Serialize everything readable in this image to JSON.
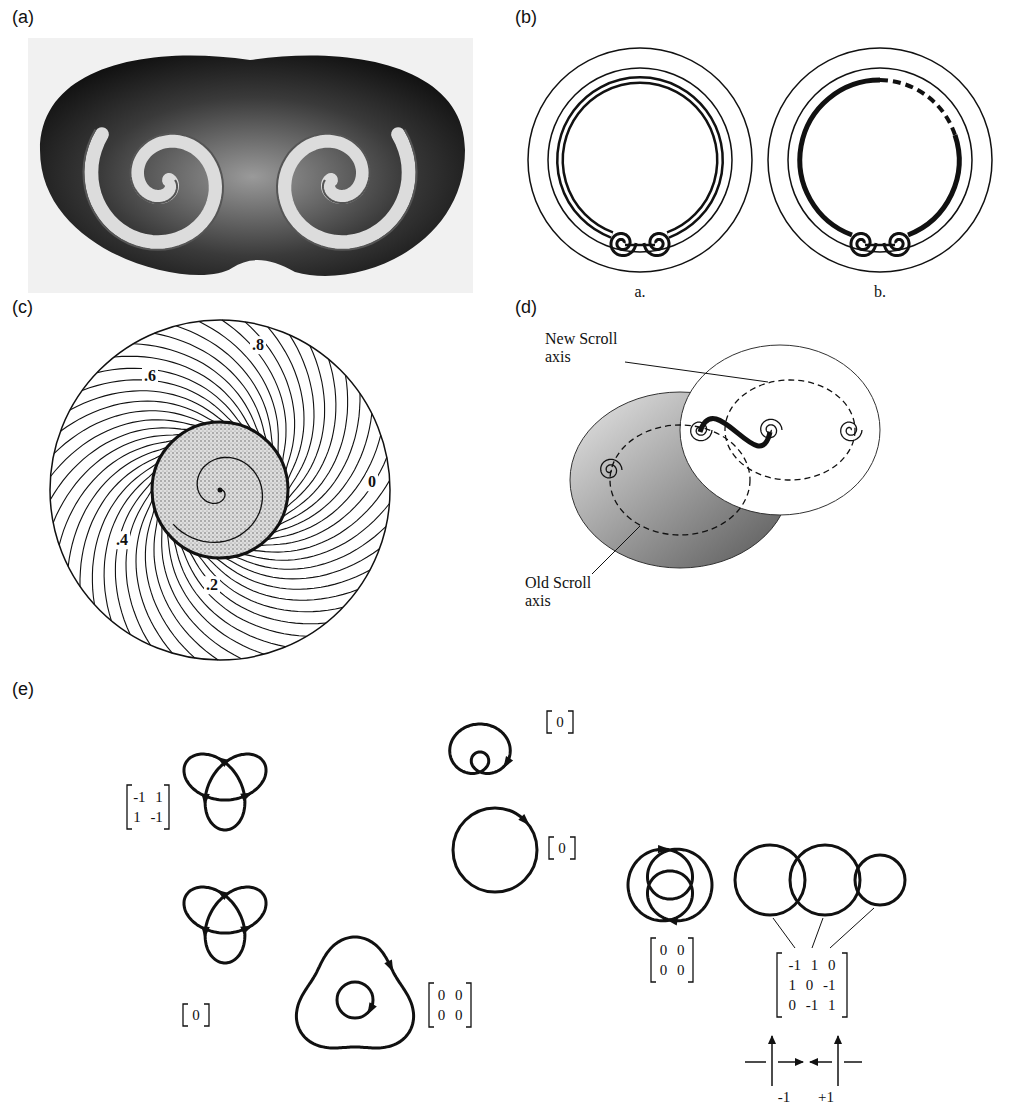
{
  "diagram": {
    "labels": [
      "(a)",
      "(b)",
      "a.",
      "b.",
      "(c)",
      ".8",
      ".6",
      "0",
      ".4",
      ".2",
      "(d)",
      "New Scroll axis",
      "Old Scroll axis",
      "(e)",
      "-1 1",
      "1 -1",
      "0",
      "0",
      "0",
      "0 0",
      "0 0",
      "0 0",
      "0 0",
      "-1 1 0",
      "1 0 -1",
      "0 -1 1",
      "-1",
      "+1"
    ]
  }
}
